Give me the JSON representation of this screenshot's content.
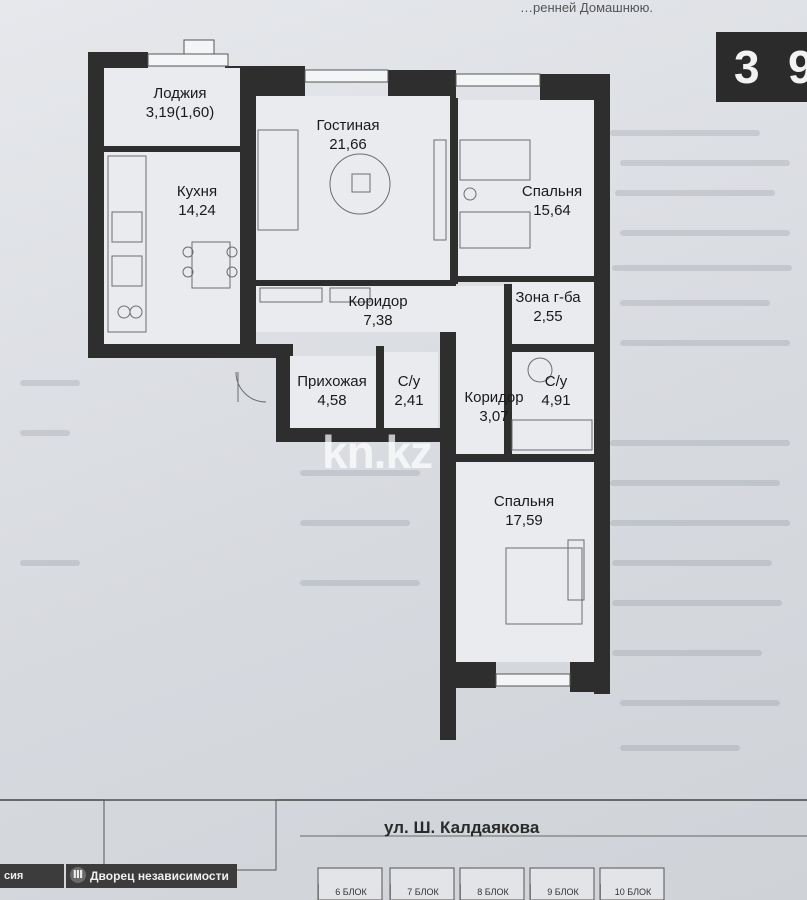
{
  "page": {
    "header_fragment": "…ренней Домашнюю."
  },
  "badge": {
    "rooms": "3",
    "suffix": "9"
  },
  "rooms": [
    {
      "key": "loggia",
      "name": "Лоджия",
      "area": "3,19(1,60)"
    },
    {
      "key": "living",
      "name": "Гостиная",
      "area": "21,66"
    },
    {
      "key": "bedroom1",
      "name": "Спальня",
      "area": "15,64"
    },
    {
      "key": "kitchen",
      "name": "Кухня",
      "area": "14,24"
    },
    {
      "key": "corridor1",
      "name": "Коридор",
      "area": "7,38"
    },
    {
      "key": "wardrobe",
      "name": "Зона г-ба",
      "area": "2,55"
    },
    {
      "key": "hall",
      "name": "Прихожая",
      "area": "4,58"
    },
    {
      "key": "wc1",
      "name": "С/у",
      "area": "2,41"
    },
    {
      "key": "corridor2",
      "name": "Коридор",
      "area": "3,07"
    },
    {
      "key": "wc2",
      "name": "С/у",
      "area": "4,91"
    },
    {
      "key": "bedroom2",
      "name": "Спальня",
      "area": "17,59"
    }
  ],
  "watermark": "kn.kz",
  "street": "ул. Ш. Калдаякова",
  "landmark": {
    "label": "Дворец независимости",
    "left_label": "сия"
  },
  "blocks": [
    "6 БЛОК",
    "7 БЛОК",
    "8 БЛОК",
    "9 БЛОК",
    "10 БЛОК"
  ]
}
